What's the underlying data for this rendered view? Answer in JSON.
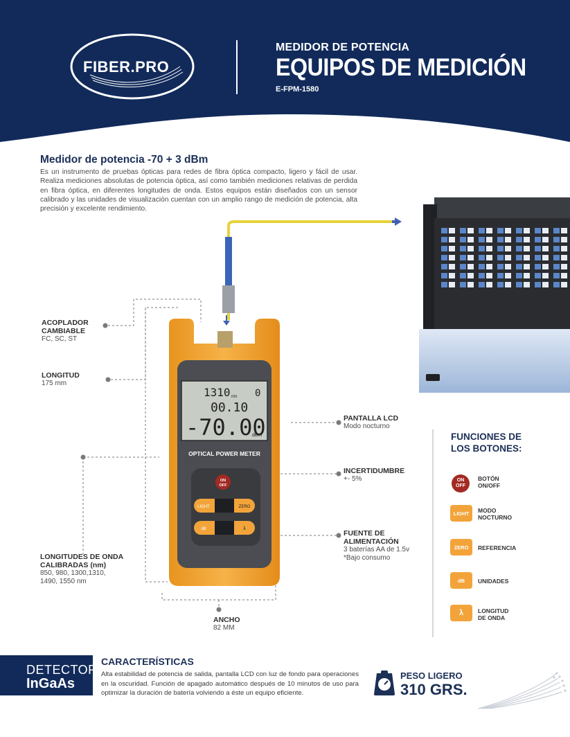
{
  "header": {
    "logo": "FIBER.PRO",
    "subtitle": "MEDIDOR DE POTENCIA",
    "title": "EQUIPOS DE MEDICIÓN",
    "code": "E-FPM-1580"
  },
  "intro": {
    "title": "Medidor de potencia -70 + 3 dBm",
    "body": "Es un instrumento de pruebas ópticas para redes de fibra óptica compacto, ligero y fácil de usar. Realiza mediciones absolutas de potencia óptica, así como también mediciones relativas de perdida en fibra óptica, en diferentes longitudes de onda. Estos equipos están diseñados con un sensor calibrado y las unidades de visualización cuentan con un amplio rango de medición de potencia, alta precisión y excelente rendimiento."
  },
  "device": {
    "lcd_line1": "1310",
    "lcd_unit1": "nm",
    "lcd_mode": "0",
    "lcd_line2": "00.10",
    "lcd_line3": "-70.00",
    "lcd_unit3": "dBm",
    "brand_text": "OPTICAL POWER METER",
    "btn_on": "ON",
    "btn_off": "OFF",
    "btn_light": "LIGHT",
    "btn_zero": "ZERO",
    "btn_db": "dB",
    "btn_lambda": "λ"
  },
  "specs": {
    "acoplador_title1": "ACOPLADOR",
    "acoplador_title2": "CAMBIABLE",
    "acoplador_value": "FC, SC, ST",
    "longitud_title": "LONGITUD",
    "longitud_value": "175 mm",
    "ondas_title1": "LONGITUDES DE ONDA",
    "ondas_title2": "CALIBRADAS (nm)",
    "ondas_value1": "850, 980, 1300,1310,",
    "ondas_value2": "1490, 1550 nm",
    "ancho_title": "ANCHO",
    "ancho_value": "82 MM",
    "lcd_title": "PANTALLA LCD",
    "lcd_value": "Modo nocturno",
    "incert_title": "INCERTIDUMBRE",
    "incert_value": "+- 5%",
    "fuente_title1": "FUENTE DE",
    "fuente_title2": "ALIMENTACIÓN",
    "fuente_value1": "3 baterías AA de 1.5v",
    "fuente_value2": "*Bajo consumo"
  },
  "funciones": {
    "title1": "FUNCIONES DE",
    "title2": "LOS BOTONES:",
    "items": [
      {
        "key_top": "ON",
        "key_bottom": "OFF",
        "label1": "BOTÓN",
        "label2": "ON/OFF"
      },
      {
        "key": "LIGHT",
        "label1": "MODO",
        "label2": "NOCTURNO"
      },
      {
        "key": "ZERO",
        "label1": "REFERENCIA",
        "label2": ""
      },
      {
        "key": "dB",
        "label1": "UNIDADES",
        "label2": ""
      },
      {
        "key": "λ",
        "label1": "LONGITUD",
        "label2": "DE ONDA"
      }
    ]
  },
  "footer": {
    "detector1": "DETECTOR",
    "detector2": "InGaAs",
    "caracteristicas_title": "CARACTERÍSTICAS",
    "caracteristicas_body": "Alta estabilidad de potencia de salida, pantalla LCD con luz de fondo para operaciones en la oscuridad. Función de apagado automático después de 10 minutos de uso para optimizar la duración de batería volviendo a éste un equipo eficiente.",
    "peso_label": "PESO LIGERO",
    "peso_value": "310 GRS."
  },
  "colors": {
    "navy": "#112a5a",
    "device_yellow": "#f2a43a",
    "onoff_red": "#a32a23"
  }
}
